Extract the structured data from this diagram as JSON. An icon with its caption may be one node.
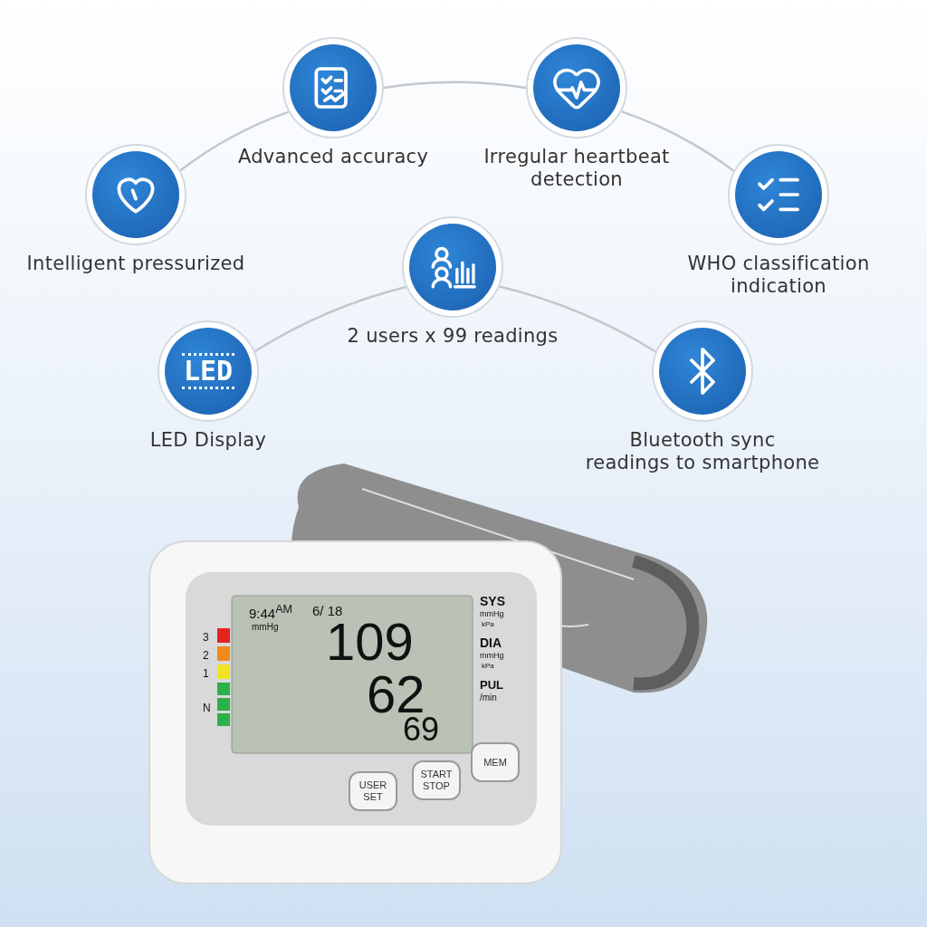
{
  "diagram": {
    "nodes": [
      {
        "text": [
          "Advanced accuracy"
        ]
      },
      {
        "text": [
          "Irregular heartbeat detection"
        ]
      },
      {
        "text": [
          "Intelligent pressurized"
        ]
      },
      {
        "text": [
          "WHO classification indication"
        ]
      },
      {
        "text": [
          "2 users x 99 readings"
        ]
      },
      {
        "text": [
          "LED",
          "LED Display"
        ]
      },
      {
        "text": [
          "Bluetooth sync readings to smartphone"
        ]
      }
    ],
    "edges": [
      {
        "from": 2,
        "to": 0,
        "arrow": "none"
      },
      {
        "from": 0,
        "to": 1,
        "arrow": "none"
      },
      {
        "from": 1,
        "to": 3,
        "arrow": "none"
      },
      {
        "from": 5,
        "to": 4,
        "arrow": "none"
      },
      {
        "from": 4,
        "to": 6,
        "arrow": "none"
      }
    ],
    "labels": [
      "9:44$^{AM}$",
      "6/ 18",
      "mmHg",
      "109",
      "SYS",
      "mmHg",
      "kPa",
      "62",
      "DIA",
      "mmHg",
      "kPa",
      "69",
      "PUL",
      "/min",
      "3",
      "2",
      "1",
      "N",
      "USER SET",
      "START STOP",
      "MEM"
    ]
  }
}
